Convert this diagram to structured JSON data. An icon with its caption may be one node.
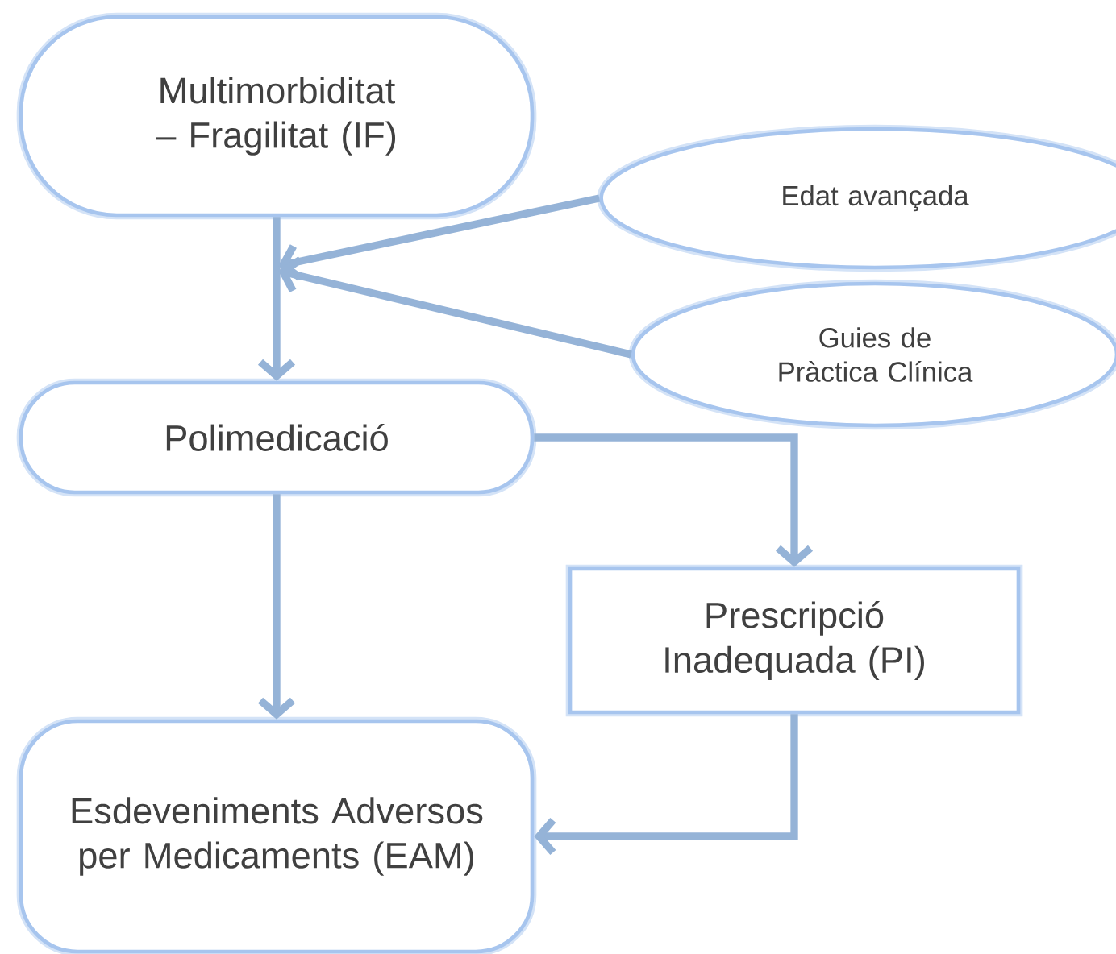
{
  "diagram": {
    "nodes": [
      {
        "text": [
          "Multimorbiditat – Fragilitat (IF)"
        ]
      },
      {
        "text": [
          "Edat avançada"
        ]
      },
      {
        "text": [
          "Guies de Pràctica Clínica"
        ]
      },
      {
        "text": [
          "Polimedicació"
        ]
      },
      {
        "text": [
          "Prescripció Inadequada (PI)"
        ]
      },
      {
        "text": [
          "Esdeveniments Adversos per Medicaments (EAM)"
        ]
      }
    ],
    "edges": [
      {
        "from": 0,
        "to": 3,
        "arrow": "to"
      },
      {
        "from": 1,
        "to": null,
        "arrow": "to"
      },
      {
        "from": 2,
        "to": null,
        "arrow": "to"
      },
      {
        "from": 3,
        "to": 4,
        "arrow": "to"
      },
      {
        "from": 3,
        "to": 5,
        "arrow": "to"
      },
      {
        "from": 4,
        "to": 5,
        "arrow": "to"
      }
    ]
  }
}
